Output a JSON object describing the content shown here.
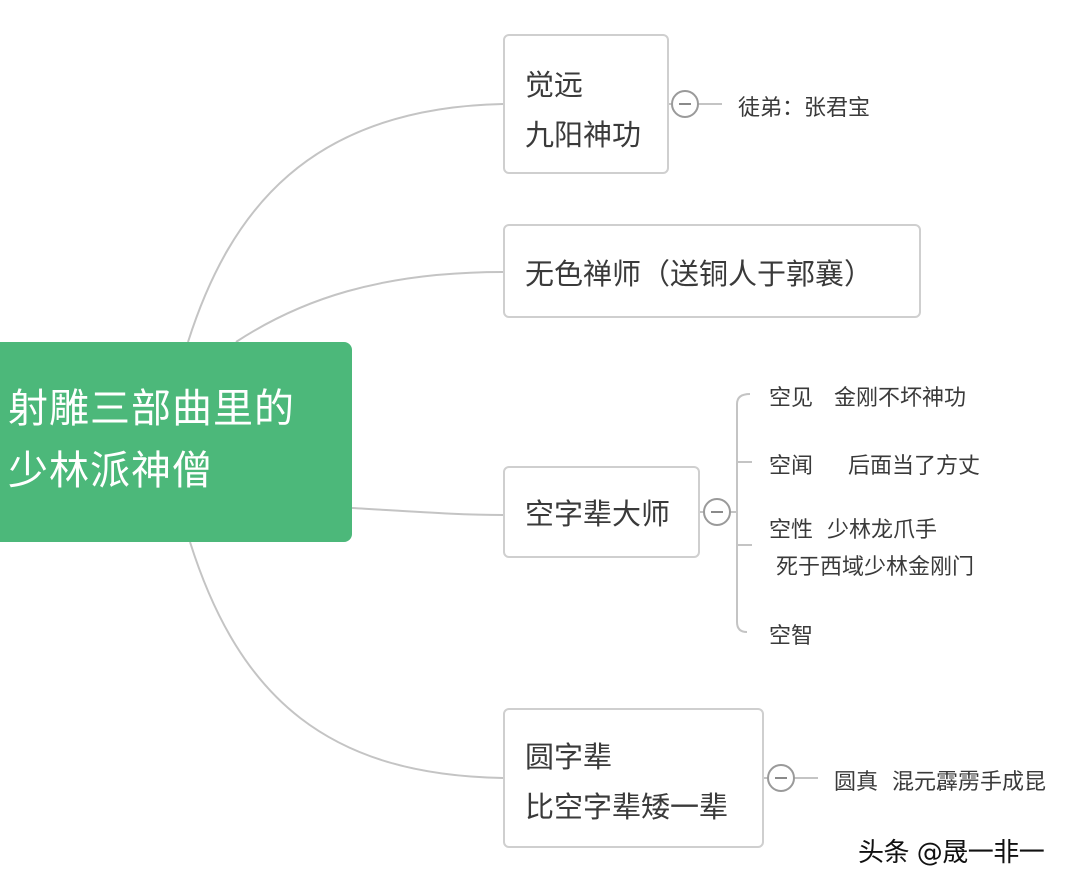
{
  "root": {
    "line1": "射雕三部曲里的",
    "line2": "少林派神僧"
  },
  "branches": [
    {
      "lines": [
        "觉远",
        "九阳神功"
      ],
      "children": [
        "徒弟：张君宝"
      ]
    },
    {
      "lines": [
        "无色禅师（送铜人于郭襄）"
      ],
      "children": []
    },
    {
      "lines": [
        "空字辈大师"
      ],
      "children": [
        "空见   金刚不坏神功",
        "空闻     后面当了方丈",
        "空性  少林龙爪手",
        " 死于西域少林金刚门",
        "空智"
      ]
    },
    {
      "lines": [
        "圆字辈",
        "比空字辈矮一辈"
      ],
      "children": [
        "圆真  混元霹雳手成昆"
      ]
    }
  ],
  "watermark": "头条 @晟一非一",
  "colors": {
    "root_bg": "#4cb87a",
    "root_text": "#ffffff",
    "node_border": "#cfcfcf",
    "connector": "#c4c4c4",
    "text": "#3a3a3a"
  }
}
